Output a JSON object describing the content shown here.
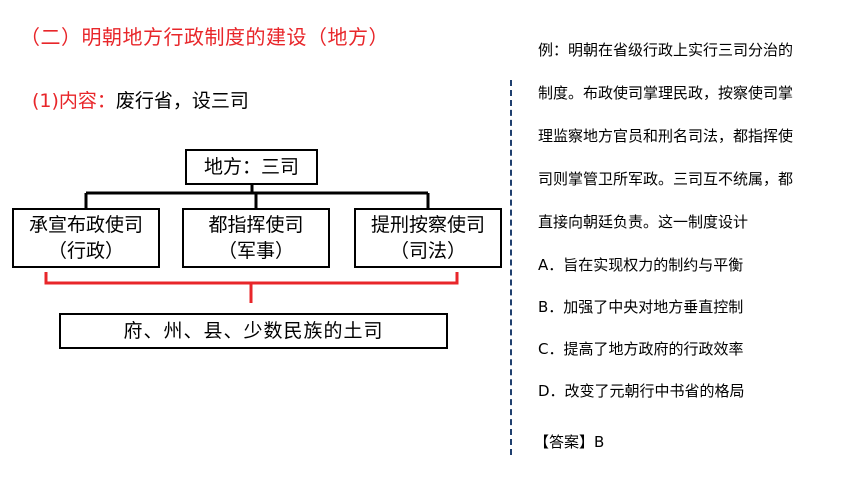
{
  "slide": {
    "title": "（二）明朝地方行政制度的建设（地方）",
    "content_label": "(1)内容：",
    "content_text": "废行省，设三司",
    "diagram": {
      "top": "地方：三司",
      "branches": [
        {
          "name": "承宣布政使司",
          "role": "（行政）"
        },
        {
          "name": "都指挥使司",
          "role": "（军事）"
        },
        {
          "name": "提刑按察使司",
          "role": "（司法）"
        }
      ],
      "bottom": "府、州、县、少数民族的土司"
    }
  },
  "question": {
    "stem_lines": [
      "例：明朝在省级行政上实行三司分治的",
      "制度。布政使司掌理民政，按察使司掌",
      "理监察地方官员和刑名司法，都指挥使",
      "司则掌管卫所军政。三司互不统属，都",
      "直接向朝廷负责。这一制度设计"
    ],
    "options": [
      "A．旨在实现权力的制约与平衡",
      "B．加强了中央对地方垂直控制",
      "C．提高了地方政府的行政效率",
      "D．改变了元朝行中书省的格局"
    ],
    "answer": "【答案】B"
  },
  "colors": {
    "accent_red": "#e8262a",
    "divider": "#1f3f6f"
  }
}
